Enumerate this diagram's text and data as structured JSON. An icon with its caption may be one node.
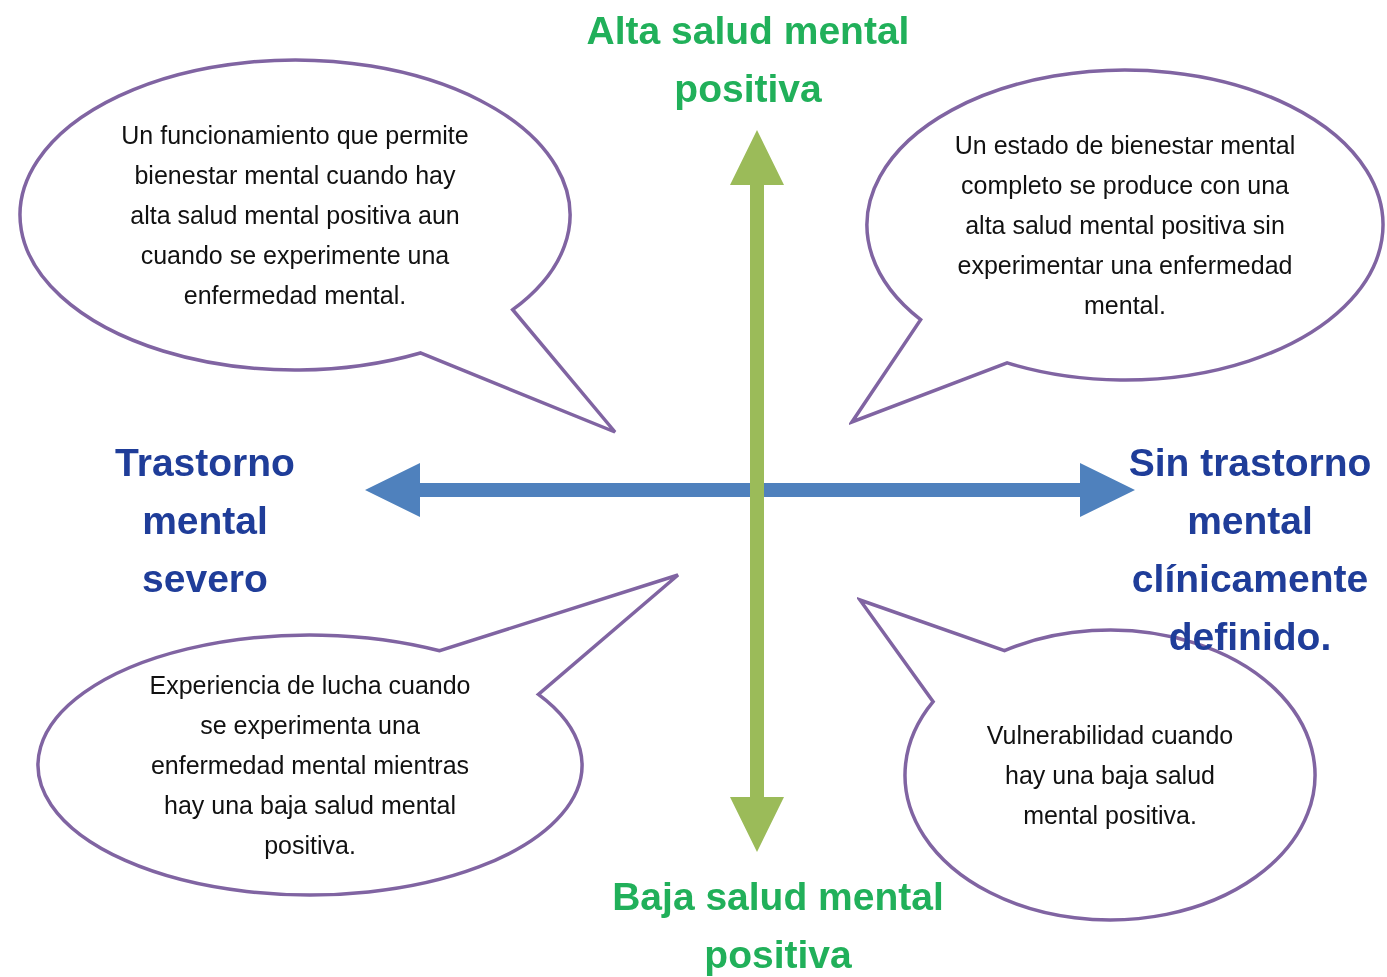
{
  "diagram": {
    "nodes": [
      {
        "text": [
          "Un funcionamiento que permite bienestar mental cuando hay alta salud mental positiva aun cuando se experimente una enfermedad mental."
        ]
      },
      {
        "text": [
          "Un estado de bienestar mental completo se produce con una alta salud mental positiva sin experimentar una enfermedad mental."
        ]
      },
      {
        "text": [
          "Experiencia de lucha cuando se experimenta una enfermedad mental mientras hay una baja salud mental positiva."
        ]
      },
      {
        "text": [
          "Vulnerabilidad cuando hay una baja salud mental positiva."
        ]
      }
    ],
    "edges": [],
    "labels": [
      "Alta salud mental positiva",
      "Trastorno mental severo",
      "Sin trastorno mental clínicamente definido.",
      "Baja salud mental positiva"
    ]
  }
}
